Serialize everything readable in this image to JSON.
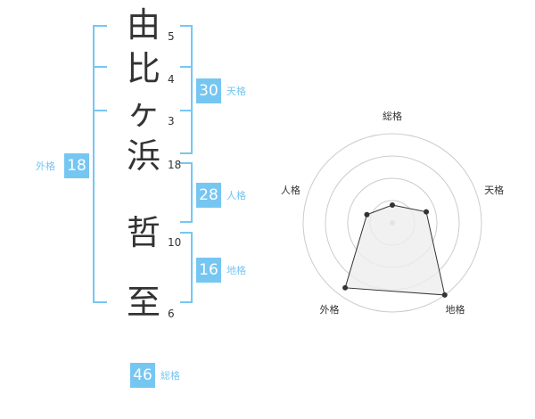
{
  "name": {
    "kanji": [
      {
        "char": "由",
        "strokes": "5"
      },
      {
        "char": "比",
        "strokes": "4"
      },
      {
        "char": "ヶ",
        "strokes": "3"
      },
      {
        "char": "浜",
        "strokes": "18"
      },
      {
        "char": "哲",
        "strokes": "10"
      },
      {
        "char": "至",
        "strokes": "6"
      }
    ]
  },
  "fortune": {
    "tenkaku": {
      "value": "30",
      "label": "天格"
    },
    "jinkaku": {
      "value": "28",
      "label": "人格"
    },
    "chikaku": {
      "value": "16",
      "label": "地格"
    },
    "gaikaku": {
      "value": "18",
      "label": "外格"
    },
    "soukaku": {
      "value": "46",
      "label": "総格"
    }
  },
  "chart_data": {
    "type": "radar",
    "axes": [
      "総格",
      "天格",
      "地格",
      "外格",
      "人格"
    ],
    "values": [
      0.2,
      0.4,
      1.0,
      0.9,
      0.3
    ],
    "rings": 4,
    "colors": {
      "accent": "#76c6f2",
      "fill": "#eeeeee",
      "line": "#333333",
      "grid": "#cccccc"
    }
  }
}
